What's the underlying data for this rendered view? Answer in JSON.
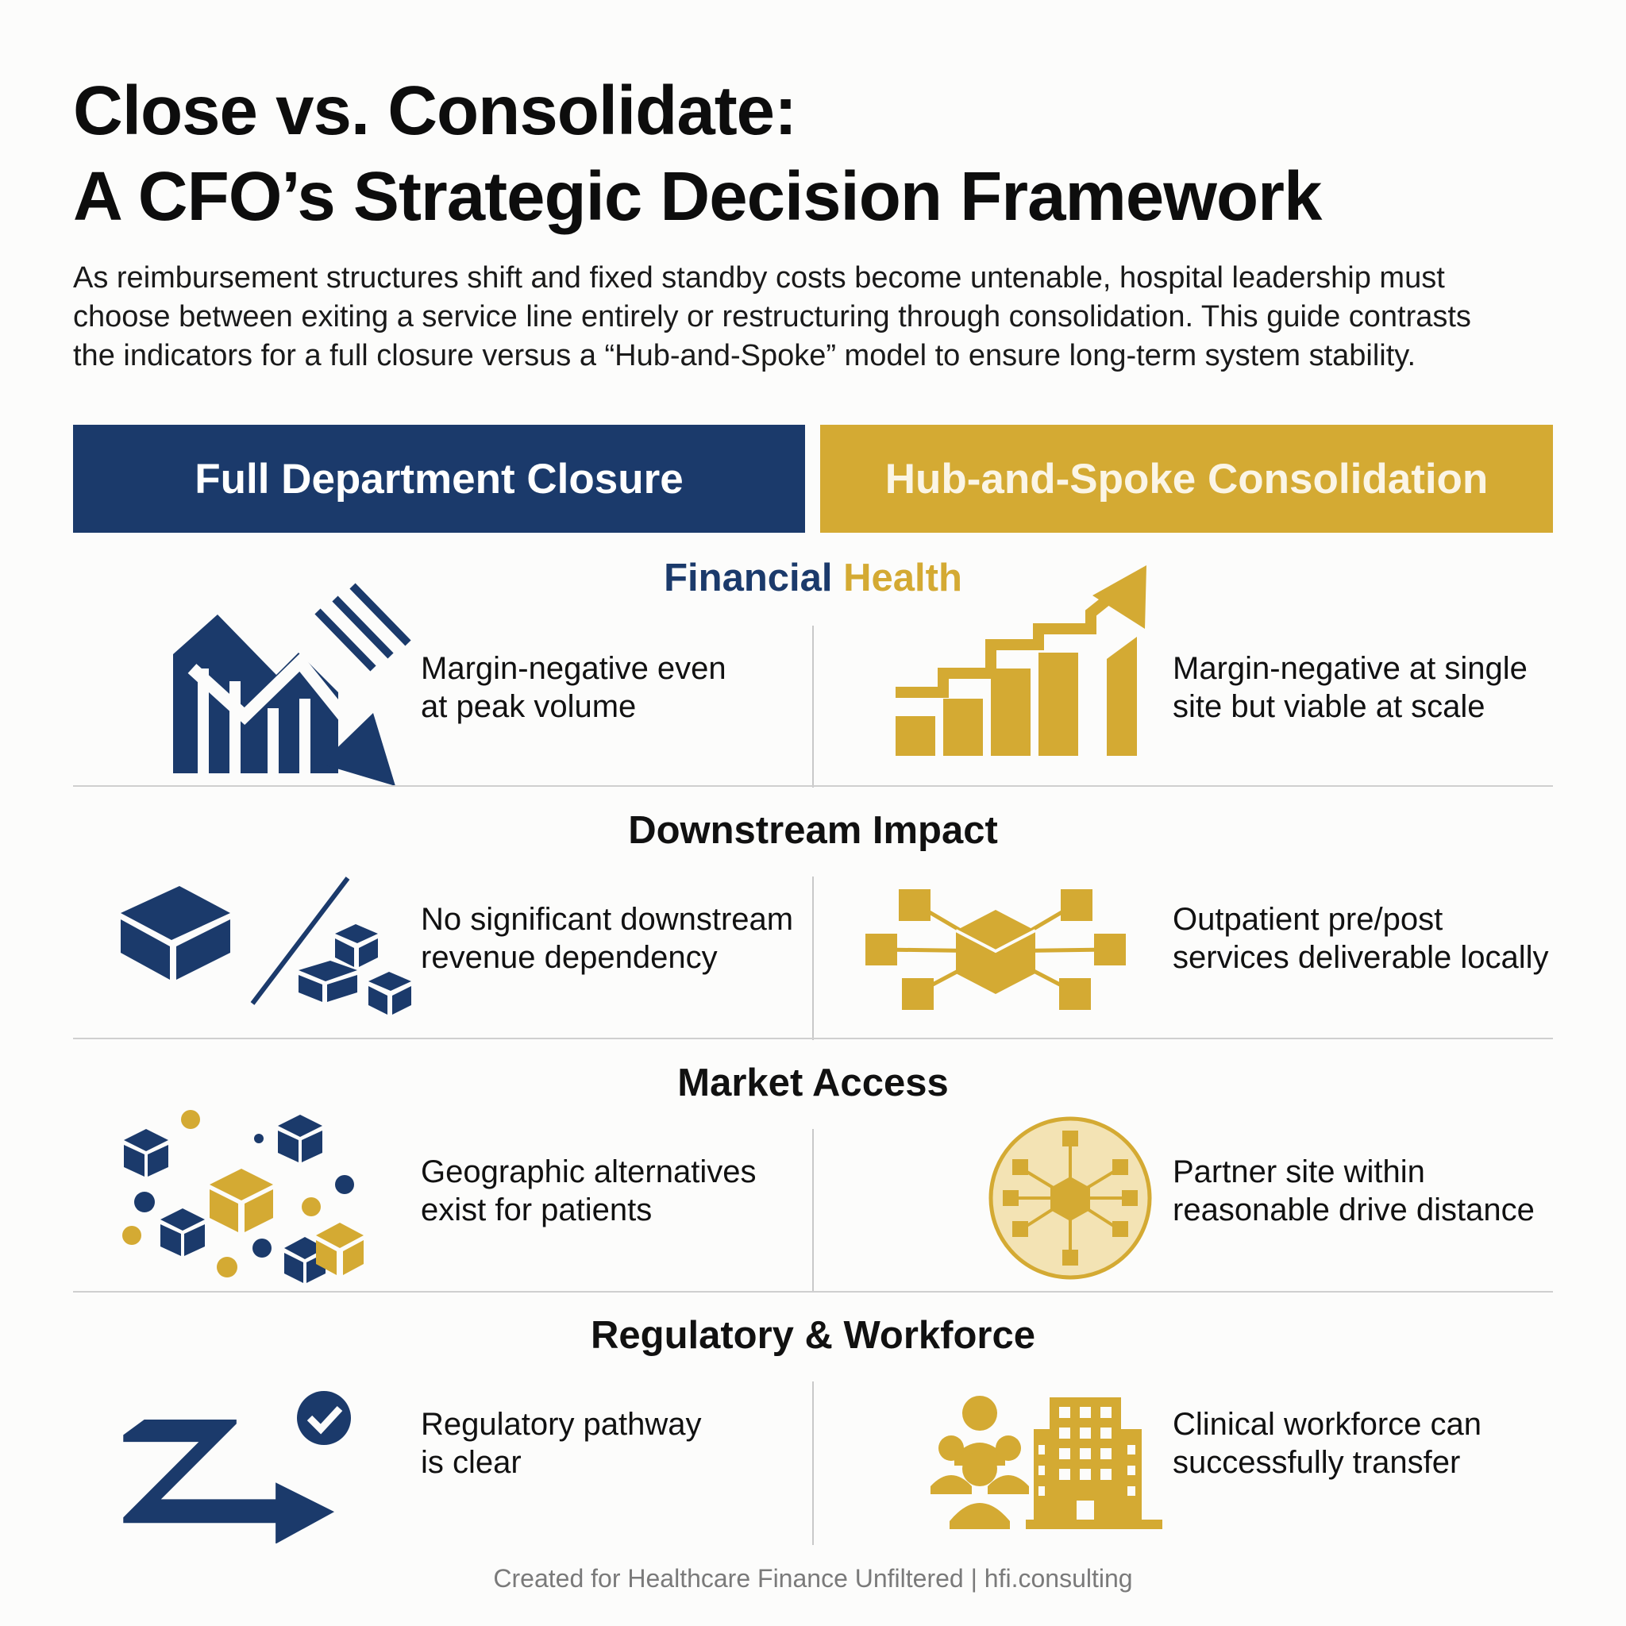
{
  "title": {
    "line1": "Close vs. Consolidate:",
    "line2": "A CFO’s Strategic Decision Framework"
  },
  "intro": {
    "line1": "As reimbursement structures shift and fixed standby costs become untenable, hospital leadership must",
    "line2": "choose between exiting a service line entirely or restructuring through consolidation. This guide contrasts",
    "line3": "the indicators for a full closure versus a “Hub-and-Spoke” model to ensure long-term system stability."
  },
  "columns": {
    "left": "Full Department Closure",
    "right": "Hub-and-Spoke Consolidation"
  },
  "sections": [
    {
      "title_part1": "Financial ",
      "title_part2": "Health",
      "left_icon": "declining-chart-icon",
      "left_line1": "Margin-negative even",
      "left_line2": "at peak volume",
      "right_icon": "growth-chart-icon",
      "right_line1": "Margin-negative at single",
      "right_line2": "site but viable at scale"
    },
    {
      "title": "Downstream Impact",
      "left_icon": "broken-blocks-icon",
      "left_line1": "No significant downstream",
      "left_line2": "revenue dependency",
      "right_icon": "hub-network-icon",
      "right_line1": "Outpatient pre/post",
      "right_line2": "services deliverable locally"
    },
    {
      "title": "Market Access",
      "left_icon": "scattered-blocks-icon",
      "left_line1": "Geographic alternatives",
      "left_line2": "exist for patients",
      "right_icon": "partner-hub-circle-icon",
      "right_line1": "Partner site within",
      "right_line2": "reasonable drive distance"
    },
    {
      "title": "Regulatory & Workforce",
      "left_icon": "clear-pathway-check-icon",
      "left_line1": "Regulatory pathway",
      "left_line2": "is clear",
      "right_icon": "workforce-building-icon",
      "right_line1": "Clinical workforce can",
      "right_line2": "successfully transfer"
    }
  ],
  "footer": "Created for Healthcare Finance Unfiltered | hfi.consulting",
  "colors": {
    "navy": "#1b3a6b",
    "gold": "#d4aa33",
    "divider": "#cfcfcf"
  }
}
